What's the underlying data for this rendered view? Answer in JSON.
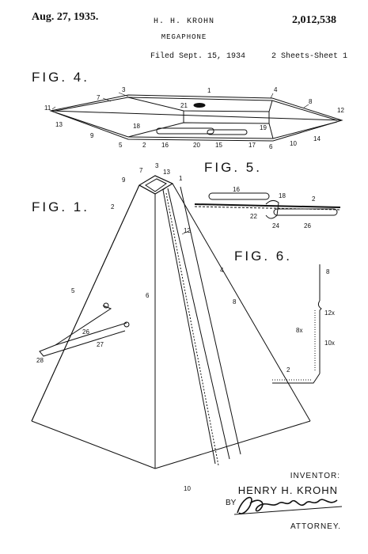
{
  "header": {
    "date": "Aug. 27, 1935.",
    "inventor_top": "H. H. KROHN",
    "patent_number": "2,012,538",
    "title": "MEGAPHONE",
    "filed": "Filed Sept. 15, 1934",
    "sheet": "2 Sheets-Sheet 1"
  },
  "figures": {
    "fig4": "FIG. 4.",
    "fig5": "FIG. 5.",
    "fig1": "FIG. 1.",
    "fig6": "FIG. 6."
  },
  "refs": {
    "fig4": [
      "1",
      "3",
      "4",
      "7",
      "8",
      "11",
      "12",
      "13",
      "9",
      "18",
      "21",
      "19",
      "5",
      "2",
      "16",
      "20",
      "15",
      "17",
      "6",
      "10",
      "14"
    ],
    "fig1": [
      "9",
      "7",
      "3",
      "13",
      "1",
      "2",
      "12",
      "5",
      "4",
      "6",
      "8",
      "26",
      "27",
      "28",
      "10"
    ],
    "fig5": [
      "16",
      "18",
      "2",
      "22",
      "24",
      "26"
    ],
    "fig6": [
      "8",
      "12x",
      "8x",
      "10x",
      "2"
    ]
  },
  "signature": {
    "inventor_label": "INVENTOR:",
    "inventor_name": "HENRY H. KROHN",
    "by": "BY",
    "attorney_label": "ATTORNEY."
  }
}
